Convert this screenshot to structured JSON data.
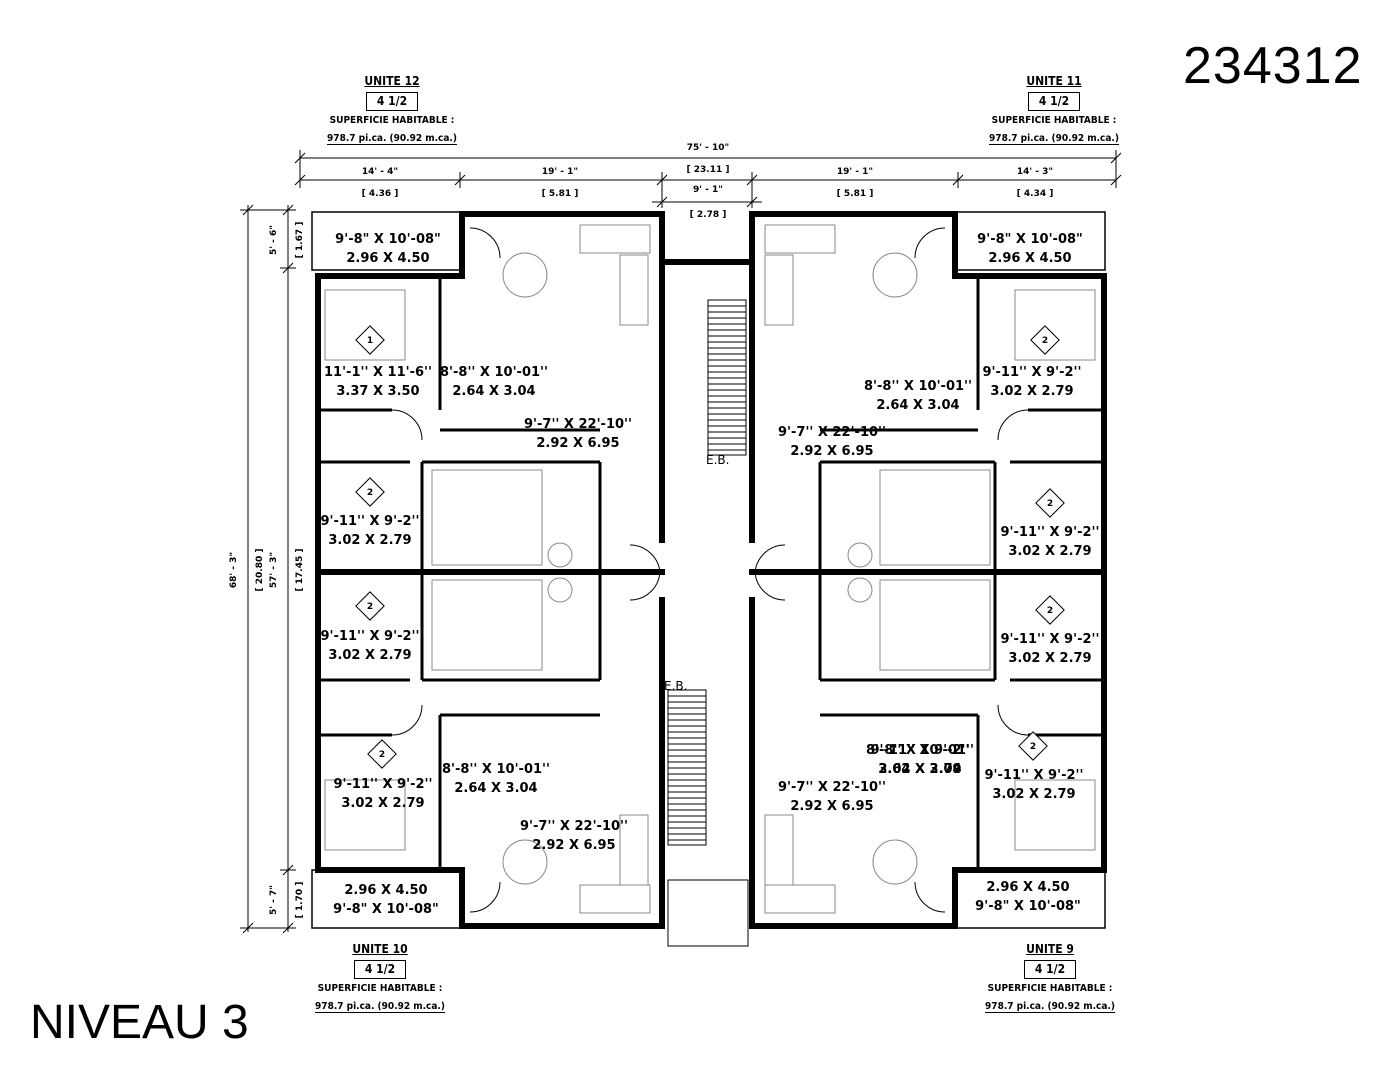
{
  "page_number": "234312",
  "level_title": "NIVEAU 3",
  "units": [
    {
      "id": "u12",
      "name": "UNITE 12",
      "type": "4 1/2",
      "area_label": "SUPERFICIE HABITABLE :",
      "area_value": "978.7 pi.ca. (90.92 m.ca.)"
    },
    {
      "id": "u11",
      "name": "UNITE 11",
      "type": "4 1/2",
      "area_label": "SUPERFICIE HABITABLE :",
      "area_value": "978.7 pi.ca. (90.92 m.ca.)"
    },
    {
      "id": "u10",
      "name": "UNITE 10",
      "type": "4 1/2",
      "area_label": "SUPERFICIE HABITABLE :",
      "area_value": "978.7 pi.ca. (90.92 m.ca.)"
    },
    {
      "id": "u9",
      "name": "UNITE 9",
      "type": "4 1/2",
      "area_label": "SUPERFICIE HABITABLE :",
      "area_value": "978.7 pi.ca. (90.92 m.ca.)"
    }
  ],
  "dimensions": {
    "overall_width": "75' - 10\"",
    "overall_width_m": "[ 23.11 ]",
    "segments": [
      {
        "imp": "14' - 4\"",
        "met": "[ 4.36 ]"
      },
      {
        "imp": "19' - 1\"",
        "met": "[ 5.81 ]"
      },
      {
        "imp": "9' - 1\"",
        "met": "[ 2.78 ]"
      },
      {
        "imp": "19' - 1\"",
        "met": "[ 5.81 ]"
      },
      {
        "imp": "14' - 3\"",
        "met": "[ 4.34 ]"
      }
    ],
    "overall_height": "68' - 3\"",
    "overall_height_m": "[ 20.80 ]",
    "inner_height": "57' - 3\"",
    "inner_height_m": "[ 17.45 ]",
    "top_balcony": "5' - 6\"",
    "top_balcony_m": "[ 1.67 ]",
    "bottom_balcony": "5' - 7\"",
    "bottom_balcony_m": "[ 1.70 ]"
  },
  "rooms": [
    {
      "imp": "9'-8\" X 10'-08\"",
      "met": "2.96 X 4.50"
    },
    {
      "imp": "11'-1'' X 11'-6''",
      "met": "3.37 X 3.50"
    },
    {
      "imp": "8'-8'' X 10'-01''",
      "met": "2.64 X 3.04"
    },
    {
      "imp": "9'-7'' X 22'-10''",
      "met": "2.92 X 6.95"
    },
    {
      "imp": "9'-11'' X 9'-2''",
      "met": "3.02 X 2.79"
    },
    {
      "imp": "9'-8\" X 10'-08\"",
      "met": "2.96 X 4.50"
    },
    {
      "imp": "8'-8'' X 10'-01''",
      "met": "2.64 X 3.04"
    },
    {
      "imp": "9'-11'' X 9'-2''",
      "met": "3.02 X 2.79"
    },
    {
      "imp": "9'-7'' X 22'-10''",
      "met": "2.92 X 6.95"
    },
    {
      "imp": "9'-11'' X 9'-2''",
      "met": "3.02 X 2.79"
    },
    {
      "imp": "9'-11'' X 9'-2''",
      "met": "3.02 X 2.79"
    },
    {
      "imp": "9'-11'' X 9'-2''",
      "met": "3.02 X 2.79"
    },
    {
      "imp": "9'-11'' X 9'-2''",
      "met": "3.02 X 2.79"
    },
    {
      "imp": "8'-8'' X 10'-01''",
      "met": "2.64 X 3.04"
    },
    {
      "imp": "9'-7'' X 22'-10''",
      "met": "2.92 X 6.95"
    },
    {
      "imp": "9'-11'' X 9'-2''",
      "met": "3.02 X 2.79"
    },
    {
      "imp": "8'-8'' X 10'-01''",
      "met": "2.64 X 3.04"
    },
    {
      "imp": "9'-7'' X 22'-10''",
      "met": "2.92 X 6.95"
    },
    {
      "imp": "9'-11'' X 9'-2''",
      "met": "3.02 X 2.79"
    },
    {
      "imp": "9'-8\" X 10'-08\"",
      "met": "2.96 X 4.50"
    },
    {
      "imp": "9'-8\" X 10'-08\"",
      "met": "2.96 X 4.50"
    }
  ],
  "room_tags": [
    "1",
    "2",
    "2",
    "2",
    "2",
    "2",
    "2",
    "2"
  ],
  "stair_label": "E.B."
}
